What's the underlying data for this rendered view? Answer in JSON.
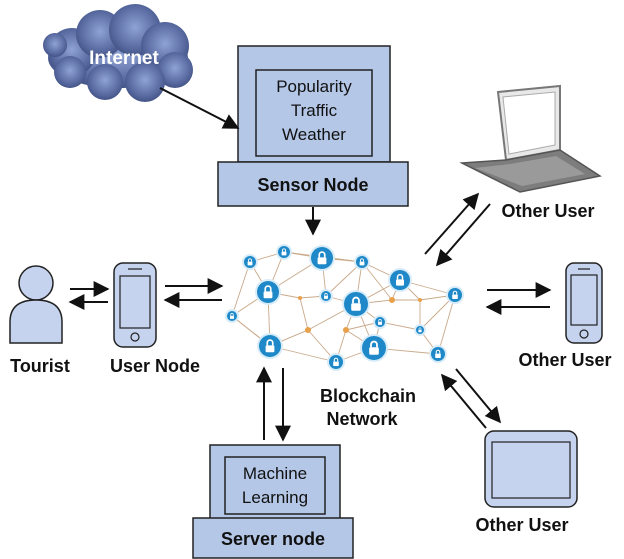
{
  "internet": {
    "label": "Internet"
  },
  "sensor_node": {
    "lines": [
      "Popularity",
      "Traffic",
      "Weather"
    ],
    "label": "Sensor Node"
  },
  "server_node": {
    "lines": [
      "Machine",
      "Learning"
    ],
    "label": "Server node"
  },
  "tourist": {
    "label": "Tourist"
  },
  "user_node": {
    "label": "User Node"
  },
  "blockchain": {
    "label_line1": "Blockchain",
    "label_line2": "Network"
  },
  "other_users": {
    "laptop": "Other User",
    "phone": "Other User",
    "tablet": "Other User"
  },
  "colors": {
    "box_fill": "#b4c7e7",
    "box_stroke": "#222222",
    "device_fill": "#c5d3ee",
    "blockchain_node": "#1e88c8",
    "mesh_line": "#c9a98a",
    "cloud": "#4a5a8c"
  }
}
